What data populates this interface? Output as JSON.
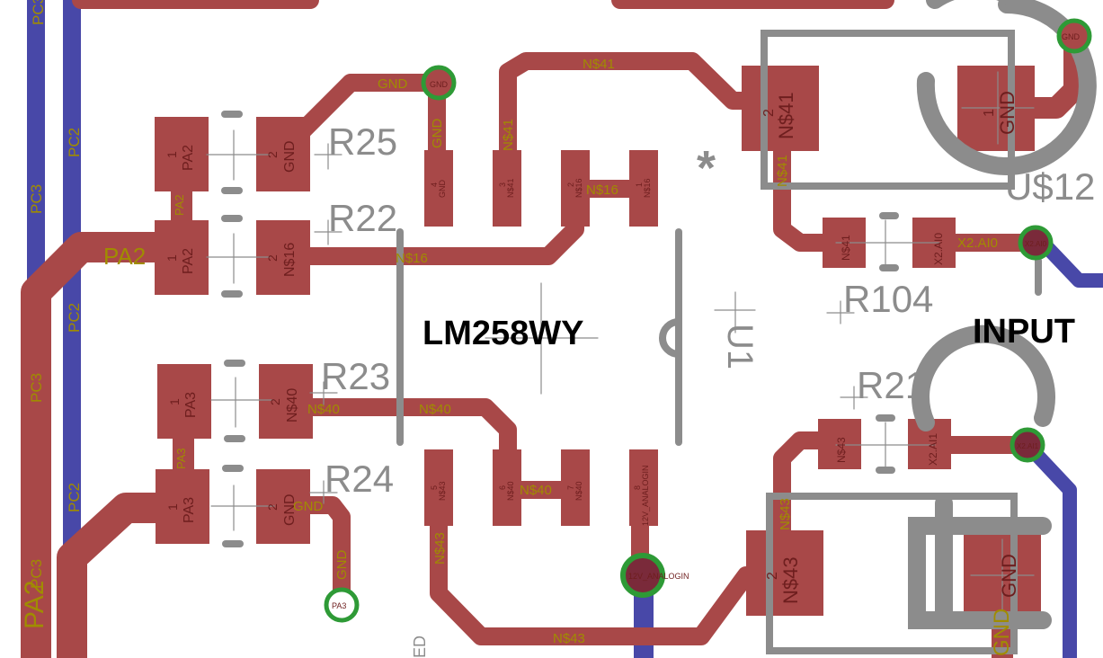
{
  "colors": {
    "top_copper": "#a84848",
    "bottom_copper": "#4848a8",
    "silkscreen": "#8c8c8c",
    "via_ring": "#2e9a36",
    "net_label": "#a08c00"
  },
  "chip": {
    "label": "LM258WY",
    "ref": "U1",
    "marker": "*"
  },
  "input_label": "INPUT",
  "connector_ref": "U$12",
  "resistors": [
    "R25",
    "R22",
    "R23",
    "R24",
    "R104",
    "R21"
  ],
  "nets": {
    "pc2": "PC2",
    "pc3": "PC3",
    "pa2": "PA2",
    "pa3": "PA3",
    "gnd": "GND",
    "n41": "N$41",
    "n16": "N$16",
    "n40": "N$40",
    "n43": "N$43",
    "x2ai0": "X2.AI0",
    "x2ai1": "X2.AI1",
    "analog": "12V_ANALOGIN"
  },
  "pads": {
    "one": "1",
    "two": "2",
    "three": "3",
    "four": "4",
    "five": "5",
    "six": "6",
    "seven": "7",
    "eight": "8"
  },
  "vias": {
    "gnd_a": "GND",
    "x2_a": "X2.AI0",
    "x2_b": "X2.AI1",
    "analog": "12V_ANALOGIN",
    "left": "PA3",
    "bottom": "GND"
  },
  "partial_text": "ED"
}
